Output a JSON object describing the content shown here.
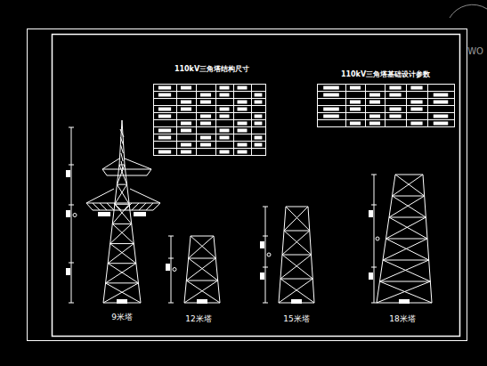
{
  "diagram": {
    "labels": [
      "110kV三角塔结构尺寸",
      "110kV三角塔基础设计参数",
      "9米塔",
      "12米塔",
      "15米塔",
      "18米塔",
      "WO"
    ]
  }
}
